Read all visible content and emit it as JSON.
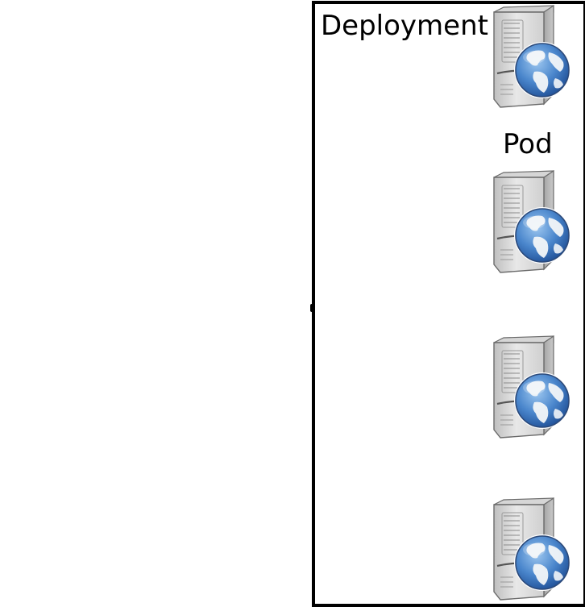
{
  "diagram": {
    "deployment_label": "Deployment",
    "pod_label": "Pod",
    "server_icon": "web-server-icon",
    "pod_count": 4,
    "colors": {
      "border": "#000000",
      "server_body": "#d9d9d9",
      "globe_ocean": "#3f7cc4",
      "globe_land": "#f2f5f8"
    }
  }
}
